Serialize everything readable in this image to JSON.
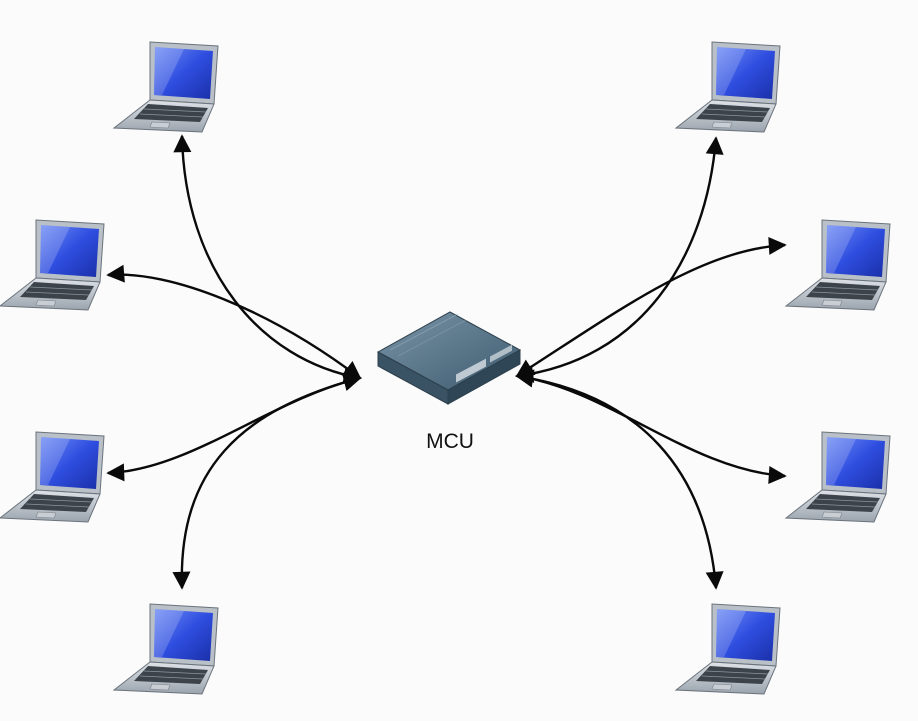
{
  "hub": {
    "label": "MCU",
    "icon": "network-server-icon",
    "device_color": "#4a6a80"
  },
  "clients": [
    {
      "name": "laptop-top-left",
      "icon": "laptop-icon"
    },
    {
      "name": "laptop-mid-left-upper",
      "icon": "laptop-icon"
    },
    {
      "name": "laptop-mid-left-lower",
      "icon": "laptop-icon"
    },
    {
      "name": "laptop-bottom-left",
      "icon": "laptop-icon"
    },
    {
      "name": "laptop-top-right",
      "icon": "laptop-icon"
    },
    {
      "name": "laptop-mid-right-upper",
      "icon": "laptop-icon"
    },
    {
      "name": "laptop-mid-right-lower",
      "icon": "laptop-icon"
    },
    {
      "name": "laptop-bottom-right",
      "icon": "laptop-icon"
    }
  ],
  "connections": "bidirectional",
  "colors": {
    "background": "#fbfbfb",
    "arrow": "#0a0a0a",
    "screen": "#2f4ee0"
  }
}
